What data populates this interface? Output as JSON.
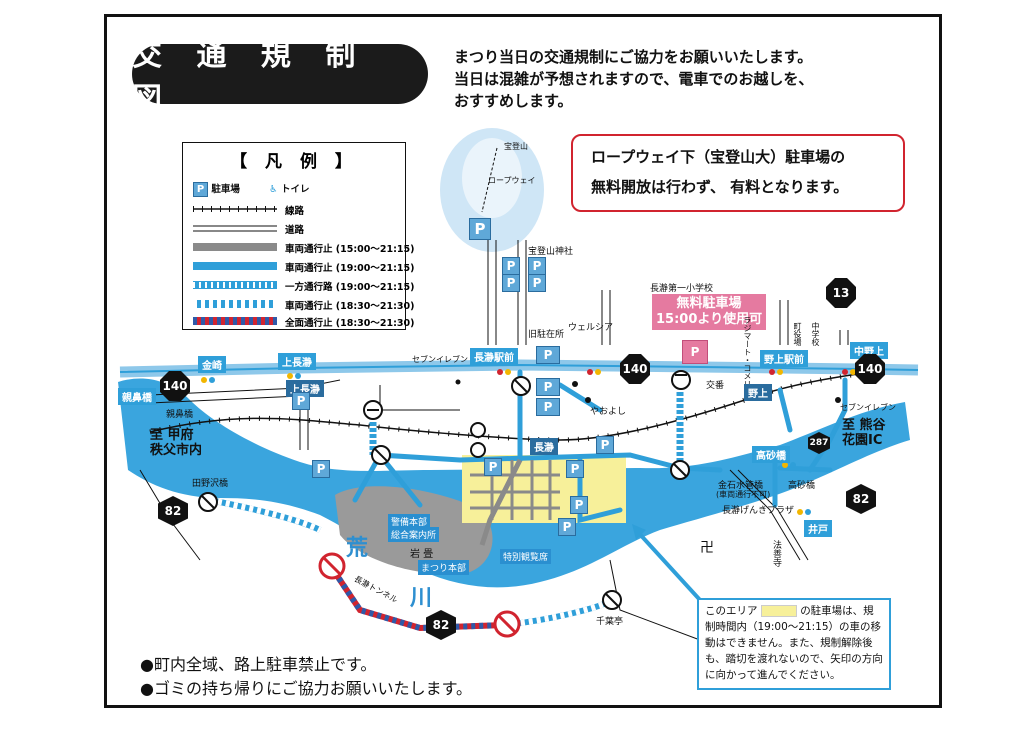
{
  "title": "交 通 規 制 図",
  "notice": [
    "まつり当日の交通規制にご協力をお願いいたします。",
    "当日は混雑が予想されますので、電車でのお越しを、",
    "おすすめします。"
  ],
  "ropeway_notice": [
    "ロープウェイ下（宝登山大）駐車場の",
    "無料開放は行わず、 有料となります。"
  ],
  "legend": {
    "title": "【 凡 例 】",
    "parking_label": "駐車場",
    "toilet_label": "トイレ",
    "items": [
      {
        "label": "線路",
        "style": "rail"
      },
      {
        "label": "道路",
        "style": "road"
      },
      {
        "label": "車両通行止 (15:00～21:15)",
        "style": "gray",
        "color": "#8a8a8a"
      },
      {
        "label": "車両通行止 (19:00～21:15)",
        "style": "blue",
        "color": "#2f9fd9"
      },
      {
        "label": "一方通行路 (19:00～21:15)",
        "style": "chevron",
        "color": "#2f9fd9"
      },
      {
        "label": "車両通行止 (18:30～21:30)",
        "style": "dashed-blue",
        "color": "#2f9fd9"
      },
      {
        "label": "全面通行止 (18:30～21:30)",
        "style": "red-blue",
        "color": "#d1242f"
      }
    ]
  },
  "places": {
    "houtozan": "宝登山",
    "ropeway": "ロープウェイ",
    "shrine": "宝登山神社",
    "school": "長瀞第一小学校",
    "paid_lot": [
      "無料駐車場",
      "15:00より使用可"
    ],
    "old_station": "旧駐在所",
    "welcia": "ウェルシア",
    "seven_1": "セブンイレブン",
    "seven_2": "セブンイレブン",
    "yaoyoshi": "やおよし",
    "jr_middle": "中学校",
    "town_office": "町役場",
    "lodge": "ラジマート・コメリ",
    "koutsu": "交番",
    "kinseki": "金石水管橋",
    "kinseki_sub": "(車両通行不可)",
    "genki": "長瀞げんきプラザ",
    "hoshoji": "法善寺",
    "senyotei": "千葉亭",
    "hanzou": "長瀞トンネル",
    "iwadatami": "岩 畳",
    "river_1": "荒",
    "river_2": "川",
    "to_chichibu": [
      "至 甲府",
      "秩父市内"
    ],
    "to_kumagaya": [
      "至 熊谷",
      "花園IC"
    ]
  },
  "tags": {
    "kanasaki": "金崎",
    "kaminagatoro": "上長瀞",
    "nagatoro_ekimae": "長瀞駅前",
    "nogami_ekimae": "野上駅前",
    "nakanoue": "中野上",
    "oyahana": "親鼻橋",
    "takasago": "高砂橋",
    "ido": "井戸",
    "nagatoro_tag": "長瀞",
    "nogami": "野上",
    "kaminagatoro_st": "上長瀞",
    "takasago_lbl": "高砂橋",
    "tanosawa": "田野沢橋",
    "oyahana_lbl": "親鼻橋"
  },
  "hq_labels": [
    "警備本部",
    "総合案内所",
    "まつり本部",
    "特別観覧席"
  ],
  "routes": [
    "140",
    "140",
    "140",
    "13",
    "82",
    "82",
    "82",
    "287"
  ],
  "area_notice": {
    "prefix": "このエリア",
    "text": "の駐車場は、規制時間内（19:00～21:15）の車の移動はできません。また、規制解除後も、踏切を渡れないので、矢印の方向に向かって進んでください。"
  },
  "notes": [
    "●町内全域、路上駐車禁止です。",
    "●ゴミの持ち帰りにご協力お願いいたします。"
  ],
  "colors": {
    "river": "#3aa5de",
    "closure_blue": "#2f9fd9",
    "closure_gray": "#8a8a8a",
    "closure_red": "#d1242f",
    "area": "#f7f09a"
  }
}
